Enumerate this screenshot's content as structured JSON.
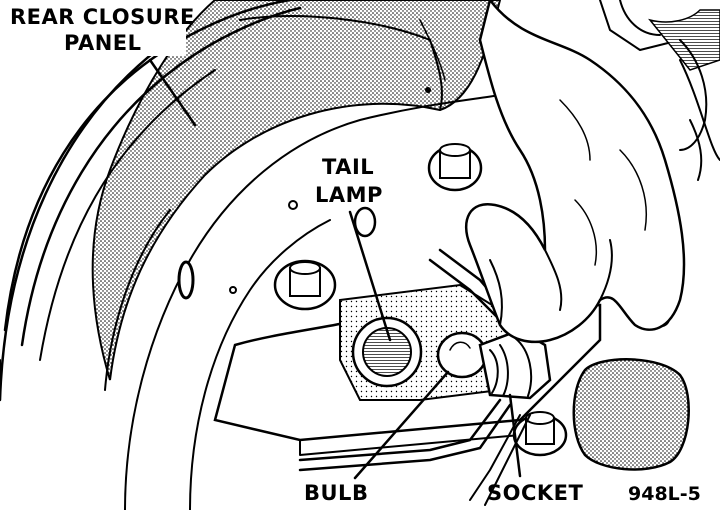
{
  "figure": {
    "labels": {
      "rear_closure_panel_line1": "REAR CLOSURE",
      "rear_closure_panel_line2": "PANEL",
      "tail_lamp_line1": "TAIL",
      "tail_lamp_line2": "LAMP",
      "bulb": "BULB",
      "socket": "SOCKET"
    },
    "figure_code": "948L-5"
  }
}
